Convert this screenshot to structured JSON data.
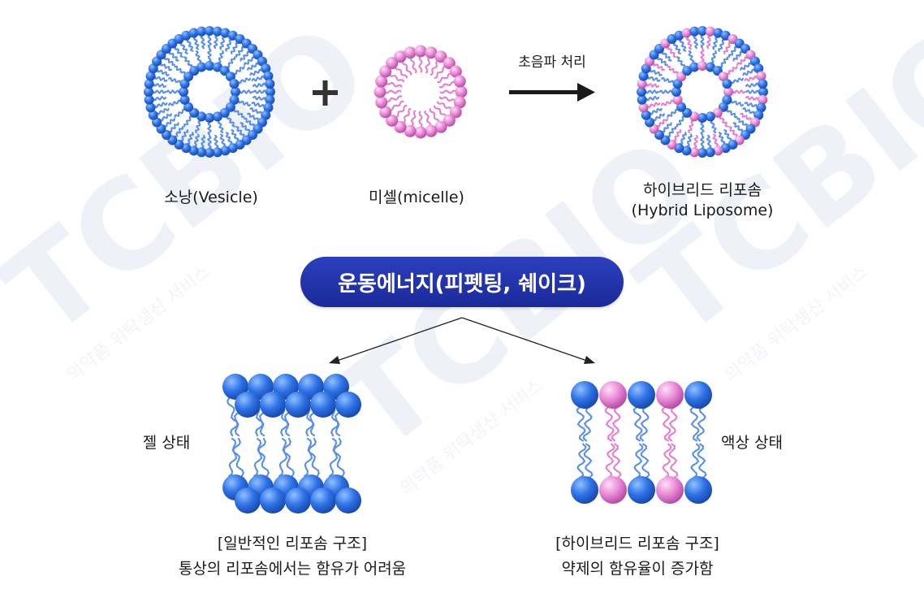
{
  "vesicle": {
    "label": "소낭(Vesicle)"
  },
  "plus": {
    "symbol": "+"
  },
  "micelle": {
    "label": "미셀(micelle)"
  },
  "process": {
    "label": "초음파 처리"
  },
  "hybrid": {
    "label_line1": "하이브리드 리포솜",
    "label_line2": "(Hybrid Liposome)"
  },
  "energy": {
    "label": "운동에너지(피펫팅, 쉐이크)"
  },
  "gel": {
    "state_label": "젤 상태",
    "caption_line1": "[일반적인 리포솜 구조]",
    "caption_line2": "통상의 리포솜에서는 함유가 어려움"
  },
  "liquid": {
    "state_label": "액상 상태",
    "caption_line1": "[하이브리드 리포솜 구조]",
    "caption_line2": "약제의 함유율이 증가함"
  },
  "watermark": {
    "brand": "TCBIO",
    "tagline": "의약품 위탁생산 서비스"
  },
  "colors": {
    "lipid_blue": "#2a6fe0",
    "lipid_pink": "#e47fcf",
    "pill_navy": "#1f2fa8"
  }
}
